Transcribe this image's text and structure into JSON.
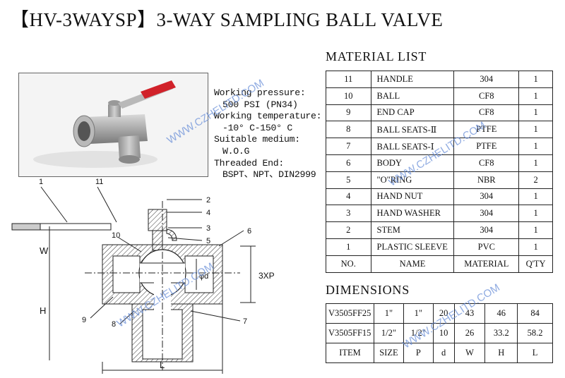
{
  "title": "【HV-3WAYSP】3-WAY SAMPLING BALL VALVE",
  "specs": {
    "pressure_label": "Working pressure:",
    "pressure_value": "500 PSI (PN34)",
    "temp_label": "Working temperature:",
    "temp_value": "-10° C-150° C",
    "medium_label": "Suitable medium:",
    "medium_value": "W.O.G",
    "thread_label": "Threaded End:",
    "thread_value": "BSPT、NPT、DIN2999"
  },
  "material_list": {
    "heading": "MATERIAL LIST",
    "rows": [
      {
        "no": "11",
        "name": "HANDLE",
        "material": "304",
        "qty": "1"
      },
      {
        "no": "10",
        "name": "BALL",
        "material": "CF8",
        "qty": "1"
      },
      {
        "no": "9",
        "name": "END CAP",
        "material": "CF8",
        "qty": "1"
      },
      {
        "no": "8",
        "name": "BALL SEATS-Ⅱ",
        "material": "PTFE",
        "qty": "1"
      },
      {
        "no": "7",
        "name": "BALL SEATS-Ⅰ",
        "material": "PTFE",
        "qty": "1"
      },
      {
        "no": "6",
        "name": "BODY",
        "material": "CF8",
        "qty": "1"
      },
      {
        "no": "5",
        "name": "\"O\"RING",
        "material": "NBR",
        "qty": "2"
      },
      {
        "no": "4",
        "name": "HAND NUT",
        "material": "304",
        "qty": "1"
      },
      {
        "no": "3",
        "name": "HAND WASHER",
        "material": "304",
        "qty": "1"
      },
      {
        "no": "2",
        "name": "STEM",
        "material": "304",
        "qty": "1"
      },
      {
        "no": "1",
        "name": "PLASTIC SLEEVE",
        "material": "PVC",
        "qty": "1"
      }
    ],
    "header": {
      "no": "NO.",
      "name": "NAME",
      "material": "MATERIAL",
      "qty": "Q'TY"
    }
  },
  "dimensions": {
    "heading": "DIMENSIONS",
    "rows": [
      {
        "item": "V3505FF25",
        "size": "1\"",
        "p": "1\"",
        "d": "20",
        "w": "43",
        "h": "46",
        "l": "84"
      },
      {
        "item": "V3505FF15",
        "size": "1/2\"",
        "p": "1/2\"",
        "d": "10",
        "w": "26",
        "h": "33.2",
        "l": "58.2"
      }
    ],
    "header": {
      "item": "ITEM",
      "size": "SIZE",
      "p": "P",
      "d": "d",
      "w": "W",
      "h": "H",
      "l": "L"
    }
  },
  "drawing": {
    "callouts": [
      "1",
      "11",
      "2",
      "4",
      "3",
      "5",
      "6",
      "10",
      "7",
      "8",
      "9"
    ],
    "dim_w": "W",
    "dim_h": "H",
    "dim_l": "L",
    "dim_3xp": "3XP",
    "dim_d": "φd"
  },
  "watermark": "WWW.CZHELITD.COM"
}
